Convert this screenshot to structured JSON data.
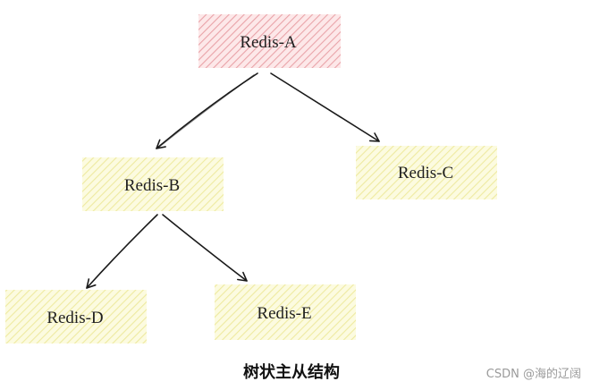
{
  "diagram": {
    "nodes": {
      "a": {
        "label": "Redis-A",
        "fill": "#f6c9cc"
      },
      "b": {
        "label": "Redis-B",
        "fill": "#f8f6b2"
      },
      "c": {
        "label": "Redis-C",
        "fill": "#f8f6b2"
      },
      "d": {
        "label": "Redis-D",
        "fill": "#f8f6b2"
      },
      "e": {
        "label": "Redis-E",
        "fill": "#f8f6b2"
      }
    },
    "edges": [
      {
        "from": "a",
        "to": "b"
      },
      {
        "from": "a",
        "to": "c"
      },
      {
        "from": "b",
        "to": "d"
      },
      {
        "from": "b",
        "to": "e"
      }
    ]
  },
  "caption": "树状主从结构",
  "watermark": "CSDN @海的辽阔"
}
